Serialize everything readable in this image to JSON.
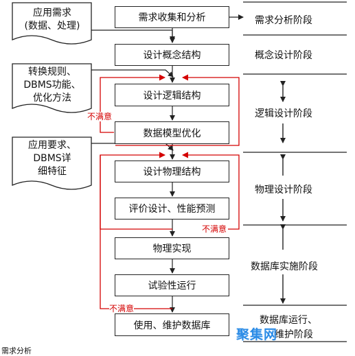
{
  "inputs": [
    {
      "lines": [
        "应用需求",
        "(数据、处理)"
      ]
    },
    {
      "lines": [
        "转换规则、",
        "DBMS功能、",
        "优化方法"
      ]
    },
    {
      "lines": [
        "应用要求、",
        "DBMS详",
        "细特征"
      ]
    }
  ],
  "steps": [
    "需求收集和分析",
    "设计概念结构",
    "设计逻辑结构",
    "数据模型优化",
    "设计物理结构",
    "评价设计、性能预测",
    "物理实现",
    "试验性运行",
    "使用、维护数据库"
  ],
  "stages": [
    {
      "lines": [
        "需求分析阶段"
      ]
    },
    {
      "lines": [
        "概念设计阶段"
      ]
    },
    {
      "lines": [
        "逻辑设计阶段"
      ]
    },
    {
      "lines": [
        "物理设计阶段"
      ]
    },
    {
      "lines": [
        "数据库实施阶段"
      ]
    },
    {
      "lines": [
        "数据库运行、",
        "维护阶段"
      ]
    }
  ],
  "feedback_label": "不满意",
  "footer": "需求分析",
  "watermark": "聚集网",
  "colors": {
    "feedback": "#d40000",
    "line": "#222222",
    "watermark": "#2a8be6"
  }
}
